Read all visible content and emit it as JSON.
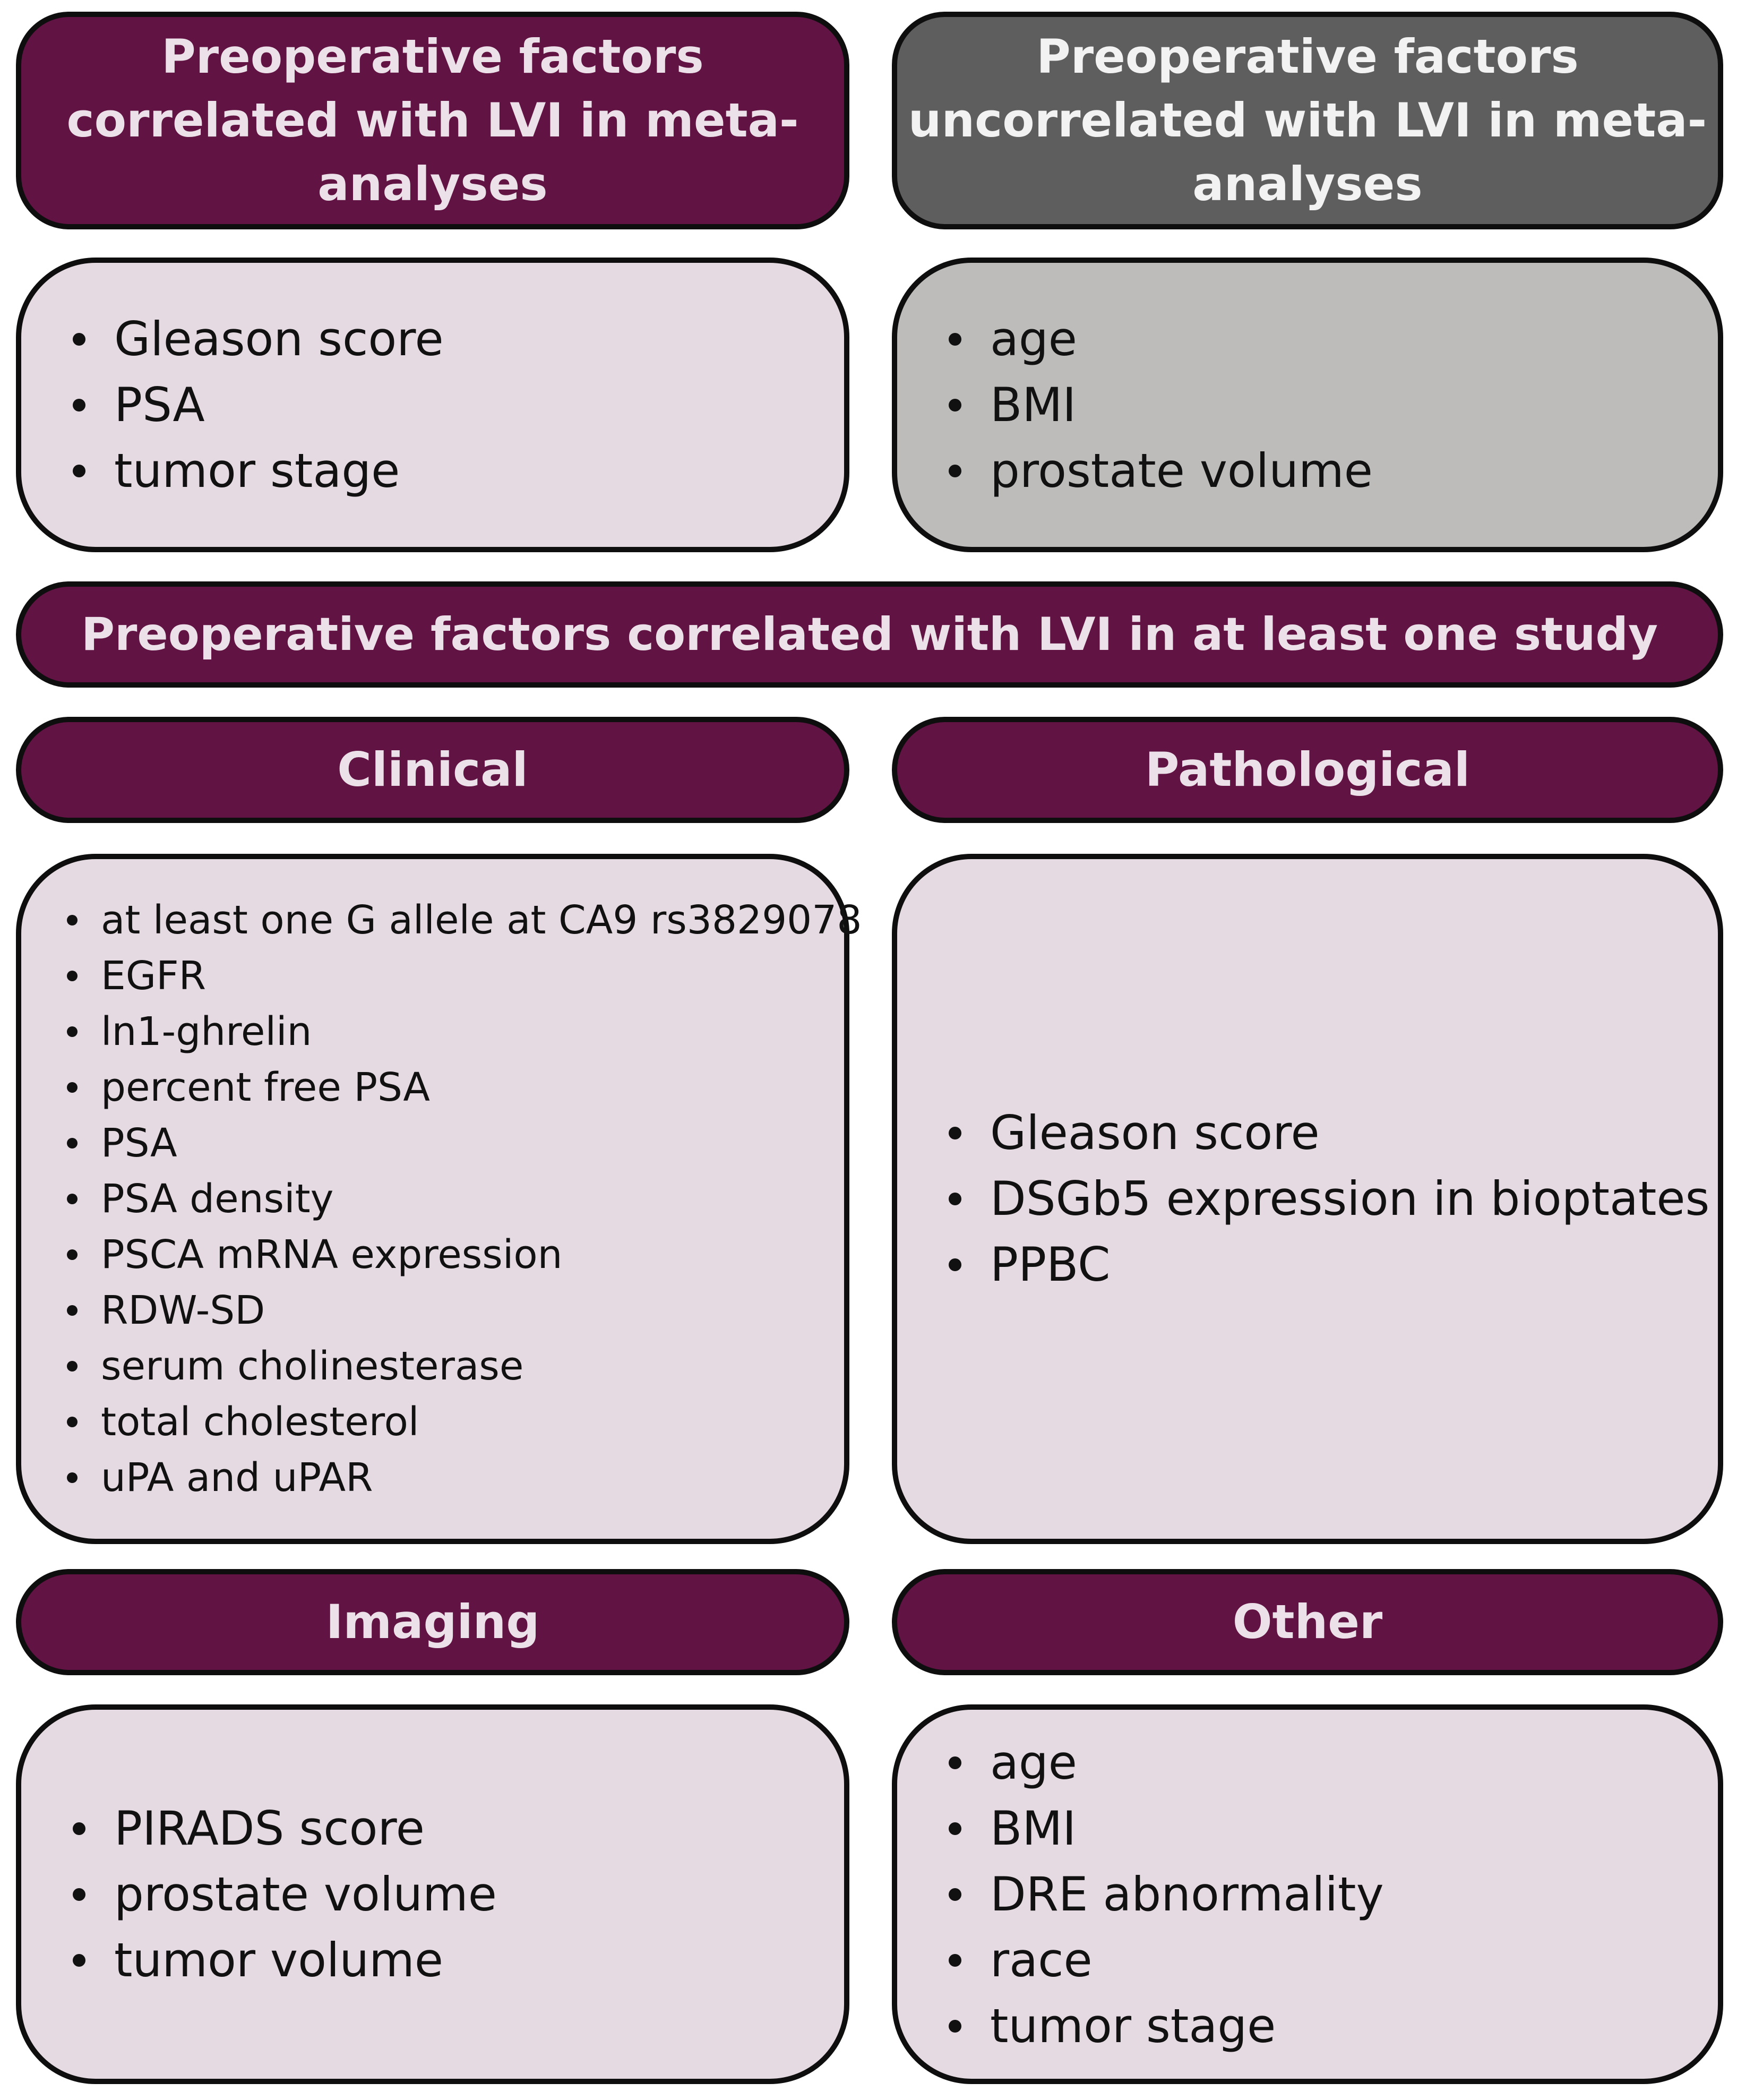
{
  "meta_correlated": {
    "title": "Preoperative factors correlated with LVI in meta-analyses",
    "items": [
      "Gleason score",
      "PSA",
      "tumor stage"
    ]
  },
  "meta_uncorrelated": {
    "title": "Preoperative factors uncorrelated with LVI in meta-analyses",
    "items": [
      "age",
      "BMI",
      "prostate volume"
    ]
  },
  "at_least_one_study": {
    "title": "Preoperative factors correlated with LVI in at least one study"
  },
  "clinical": {
    "title": "Clinical",
    "items": [
      "at least one G allele at CA9 rs3829078",
      "EGFR",
      "ln1-ghrelin",
      "percent free PSA",
      "PSA",
      "PSA density",
      "PSCA mRNA expression",
      "RDW-SD",
      "serum cholinesterase",
      "total cholesterol",
      "uPA and uPAR"
    ]
  },
  "pathological": {
    "title": "Pathological",
    "items": [
      "Gleason score",
      "DSGb5 expression in bioptates",
      "PPBC"
    ]
  },
  "imaging": {
    "title": "Imaging",
    "items": [
      "PIRADS score",
      "prostate volume",
      "tumor volume"
    ]
  },
  "other": {
    "title": "Other",
    "items": [
      "age",
      "BMI",
      "DRE abnormality",
      "race",
      "tumor stage"
    ]
  },
  "colors": {
    "header_purple": "#611343",
    "header_gray": "#5e5e5e",
    "panel_pink": "#e5dae1",
    "panel_gray": "#bdbcbb"
  }
}
